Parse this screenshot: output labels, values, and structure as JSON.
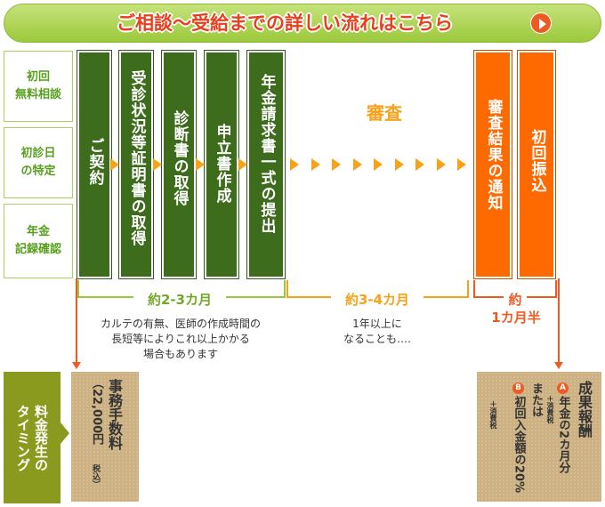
{
  "banner": {
    "title": "ご相談～受給までの詳しい流れはこちら",
    "button_icon": "play-arrow-icon"
  },
  "left_labels": [
    "初回\n無料相談",
    "初診日\nの特定",
    "年金\n記録確認"
  ],
  "steps": [
    "ご契約",
    "受診状況等証明書の取得",
    "診断書の取得",
    "申立書作成",
    "年金請求書一式の提出"
  ],
  "review_label": "審査",
  "result_steps": [
    "審査結果の通知",
    "初回振込"
  ],
  "durations": {
    "d1": "約2-3カ月",
    "d1_note": "カルテの有無、医師の作成時間の\n長短等によりこれ以上かかる\n場合もあります",
    "d2": "約3-4カ月",
    "d2_note": "1年以上に\nなることも‥‥",
    "d3_line1": "約",
    "d3_line2": "1カ月半"
  },
  "fee": {
    "label": "料金発生の\nタイミング",
    "fee1_title": "事務手数料",
    "fee1_amount": "（22,000円",
    "fee1_tax": "税込）",
    "fee2_title": "成果報酬",
    "fee2_a_badge": "A",
    "fee2_a_text": "年金の2カ月分",
    "fee2_a_tax": "＋消費税",
    "fee2_or": "または",
    "fee2_b_badge": "B",
    "fee2_b_text": "初回入金額の20%",
    "fee2_b_tax": "＋消費税"
  },
  "colors": {
    "green_dark": "#3d6d1c",
    "green_light": "#9bc93c",
    "orange": "#ff6a00",
    "arrow": "#f7a21b",
    "red_text": "#e8401e",
    "olive": "#8a9a1e",
    "tan": "#cdb183"
  }
}
